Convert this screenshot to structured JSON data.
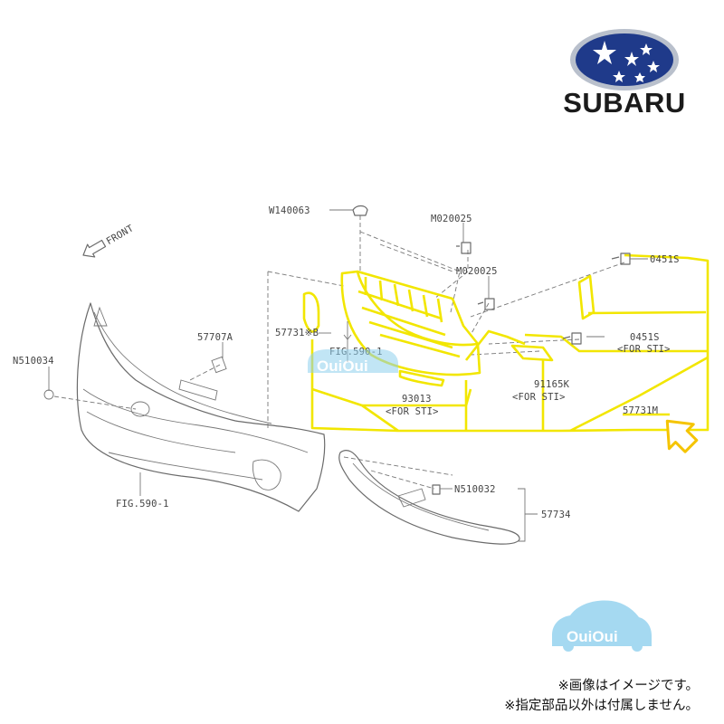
{
  "brand": {
    "name": "SUBARU",
    "logo_colors": {
      "field": "#1f3a8a",
      "ring": "#b9c0cc",
      "stars": "#ffffff"
    }
  },
  "orientation_label": "FRONT",
  "parts": {
    "w140063": "W140063",
    "m020025_top": "M020025",
    "m020025_mid": "M020025",
    "p0451s_top": "0451S",
    "p0451s_sti": "0451S",
    "p0451s_sti_note": "<FOR STI>",
    "p57731b": "57731※B",
    "fig590_center": "FIG.590-1",
    "p57707a": "57707A",
    "n510034": "N510034",
    "p93013": "93013",
    "p93013_note": "<FOR STI>",
    "p91165k": "91165K",
    "p91165k_note": "<FOR STI>",
    "p57731m": "57731M",
    "fig590_bottom": "FIG.590-1",
    "n510032": "N510032",
    "p57734": "57734"
  },
  "highlight": {
    "color": "#f2e600",
    "arrow_color": "#f5c400"
  },
  "watermark": {
    "text": "OuiOui",
    "color": "#8fd0ee"
  },
  "notes": {
    "line1": "※画像はイメージです。",
    "line2": "※指定部品以外は付属しません。"
  }
}
